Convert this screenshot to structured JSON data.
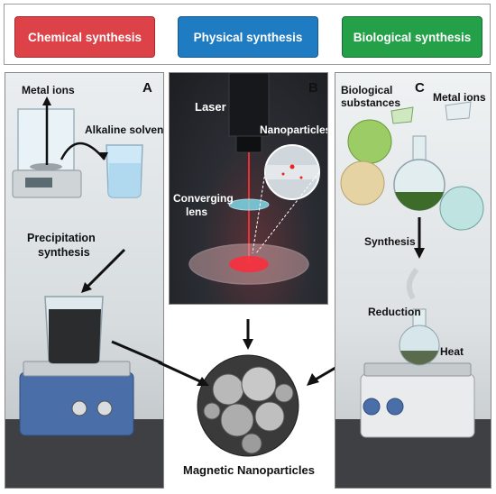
{
  "header": {
    "chemical_label": "Chemical synthesis",
    "physical_label": "Physical synthesis",
    "biological_label": "Biological synthesis"
  },
  "colors": {
    "chemical": "#dc4248",
    "physical": "#1f7bc2",
    "biological": "#24a148"
  },
  "panel_a": {
    "tag": "A",
    "metal_ions": "Metal ions",
    "alkaline_solvent": "Alkaline solvent",
    "precipitation_line1": "Precipitation",
    "precipitation_line2": "synthesis"
  },
  "panel_b": {
    "tag": "B",
    "laser": "Laser",
    "nanoparticles": "Nanoparticles",
    "converging_line1": "Converging",
    "converging_line2": "lens"
  },
  "panel_c": {
    "tag": "C",
    "bio_line1": "Biological",
    "bio_line2": "substances",
    "metal_ions": "Metal ions",
    "synthesis": "Synthesis",
    "reduction": "Reduction",
    "heat": "Heat"
  },
  "result": {
    "title": "Magnetic Nanoparticles"
  }
}
